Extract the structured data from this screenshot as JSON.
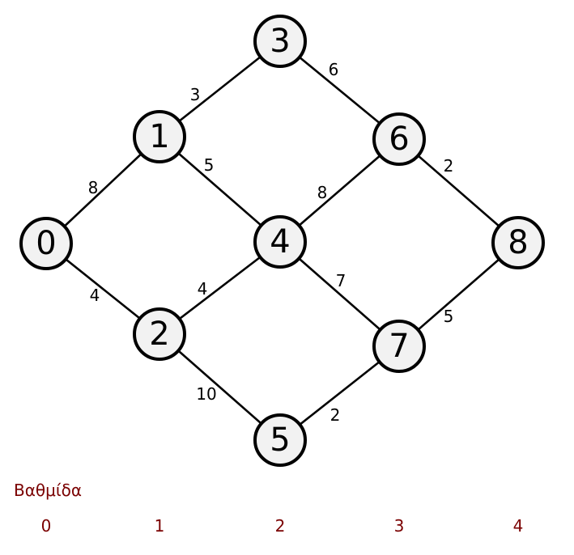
{
  "nodes": [
    {
      "id": "0",
      "label": "0"
    },
    {
      "id": "1",
      "label": "1"
    },
    {
      "id": "2",
      "label": "2"
    },
    {
      "id": "3",
      "label": "3"
    },
    {
      "id": "4",
      "label": "4"
    },
    {
      "id": "5",
      "label": "5"
    },
    {
      "id": "6",
      "label": "6"
    },
    {
      "id": "7",
      "label": "7"
    },
    {
      "id": "8",
      "label": "8"
    }
  ],
  "edges": [
    {
      "from": "0",
      "to": "1",
      "weight": "8"
    },
    {
      "from": "0",
      "to": "2",
      "weight": "4"
    },
    {
      "from": "1",
      "to": "3",
      "weight": "3"
    },
    {
      "from": "1",
      "to": "4",
      "weight": "5"
    },
    {
      "from": "2",
      "to": "4",
      "weight": "4"
    },
    {
      "from": "2",
      "to": "5",
      "weight": "10"
    },
    {
      "from": "3",
      "to": "6",
      "weight": "6"
    },
    {
      "from": "4",
      "to": "6",
      "weight": "8"
    },
    {
      "from": "4",
      "to": "7",
      "weight": "7"
    },
    {
      "from": "5",
      "to": "7",
      "weight": "2"
    },
    {
      "from": "6",
      "to": "8",
      "weight": "2"
    },
    {
      "from": "7",
      "to": "8",
      "weight": "5"
    }
  ],
  "stages": {
    "title": "Βαθμίδα",
    "labels": [
      "0",
      "1",
      "2",
      "3",
      "4"
    ]
  },
  "colors": {
    "stage_text": "#7a0000",
    "node_fill": "#f2f2f2"
  }
}
